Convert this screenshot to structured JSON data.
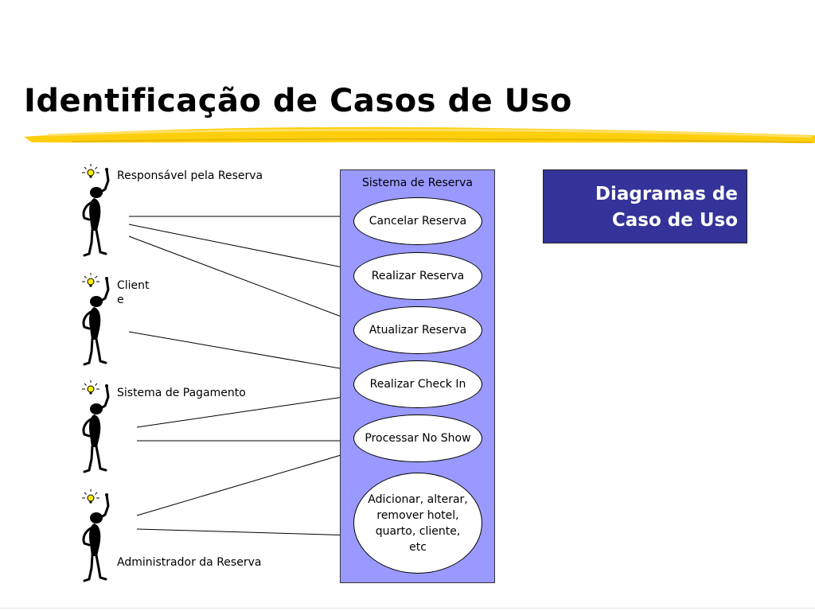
{
  "slide": {
    "title": "Identificação de Casos de Uso"
  },
  "note": {
    "line1": "Diagramas de",
    "line2": "Caso de Uso"
  },
  "system": {
    "label": "Sistema de Reserva",
    "use_cases": [
      {
        "label": "Cancelar Reserva"
      },
      {
        "label": "Realizar Reserva"
      },
      {
        "label": "Atualizar Reserva"
      },
      {
        "label": "Realizar Check In"
      },
      {
        "label": "Processar No Show"
      },
      {
        "label": "Adicionar, alterar, remover hotel, quarto, cliente, etc"
      }
    ]
  },
  "actors": [
    {
      "label": "Responsável pela Reserva"
    },
    {
      "label_line1": "Client",
      "label_line2": "e"
    },
    {
      "label": "Sistema de Pagamento"
    },
    {
      "label": "Administrador da Reserva"
    }
  ],
  "colors": {
    "system_fill": "#9999ff",
    "note_fill": "#333399",
    "highlight": "#ffcc00"
  }
}
